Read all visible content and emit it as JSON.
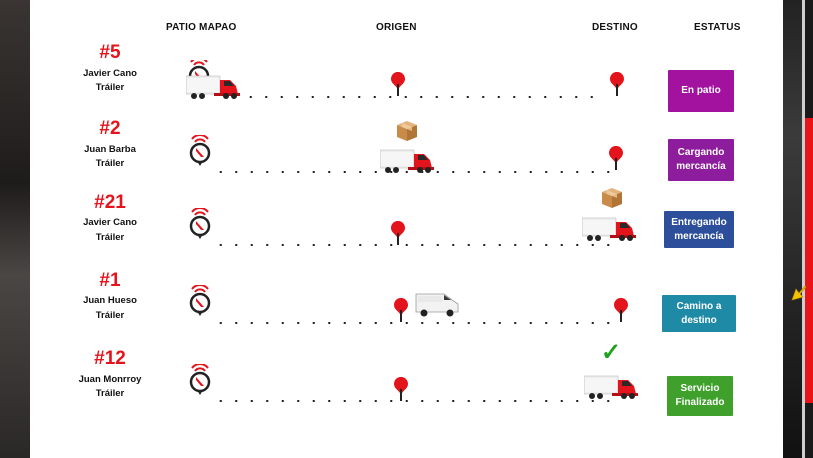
{
  "headers": {
    "patio": "PATIO MAPAO",
    "origen": "ORIGEN",
    "destino": "DESTINO",
    "estatus": "ESTATUS"
  },
  "rows": [
    {
      "number": "#5",
      "driver": "Javier Cano",
      "unit": "Tráiler",
      "status": "En patio",
      "status_color": "#a3129f",
      "vehicle": "truck",
      "vehicle_location": "patio",
      "extra_icon": "none"
    },
    {
      "number": "#2",
      "driver": "Juan Barba",
      "unit": "Tráiler",
      "status": "Cargando mercancía",
      "status_color": "#8d1d9c",
      "vehicle": "truck",
      "vehicle_location": "origen",
      "extra_icon": "package-icon"
    },
    {
      "number": "#21",
      "driver": "Javier Cano",
      "unit": "Tráiler",
      "status": "Entregando mercancía",
      "status_color": "#2c4e9b",
      "vehicle": "truck",
      "vehicle_location": "destino",
      "extra_icon": "package-icon"
    },
    {
      "number": "#1",
      "driver": "Juan Hueso",
      "unit": "Tráiler",
      "status": "Camino a destino",
      "status_color": "#1f8aa6",
      "vehicle": "van",
      "vehicle_location": "en-camino",
      "extra_icon": "none"
    },
    {
      "number": "#12",
      "driver": "Juan Monrroy",
      "unit": "Tráiler",
      "status": "Servicio Finalizado",
      "status_color": "#3fa12c",
      "vehicle": "truck",
      "vehicle_location": "destino",
      "extra_icon": "checkmark-icon"
    }
  ],
  "colors": {
    "accent": "#e3141b",
    "scroll_thumb": "#e8141a"
  }
}
